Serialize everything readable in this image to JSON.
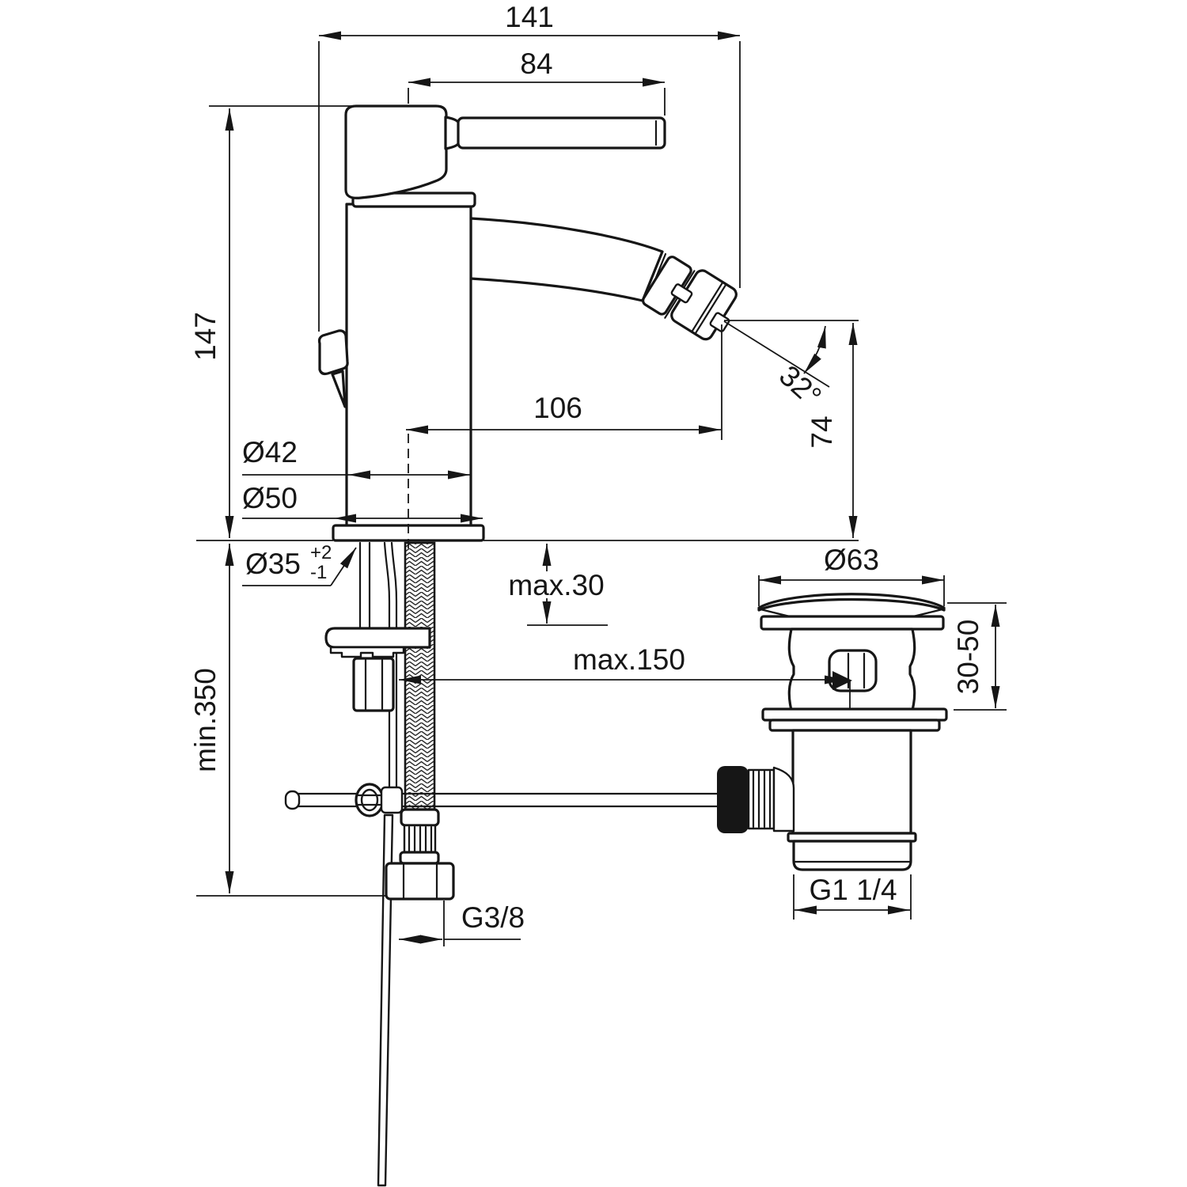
{
  "drawing": {
    "title": "bidet-single-lever-mixer-with-popup-waste-dimensional-drawing",
    "colors": {
      "ink": "#161616",
      "paper": "#ffffff"
    },
    "labels": {
      "width_total": "141",
      "handle_length": "84",
      "body_height": "147",
      "spout_reach": "106",
      "spout_angle": "32°",
      "spout_height": "74",
      "dia_body": "Ø42",
      "dia_base": "Ø50",
      "dia_hole": "Ø35",
      "dia_hole_tol_plus": "+2",
      "dia_hole_tol_minus": "-1",
      "deck_thickness": "max.30",
      "rod_length": "max.150",
      "hose_length": "min.350",
      "dia_waste_cap": "Ø63",
      "waste_body_range": "30-50",
      "waste_thread": "G1 1/4",
      "supply_thread": "G3/8"
    }
  }
}
